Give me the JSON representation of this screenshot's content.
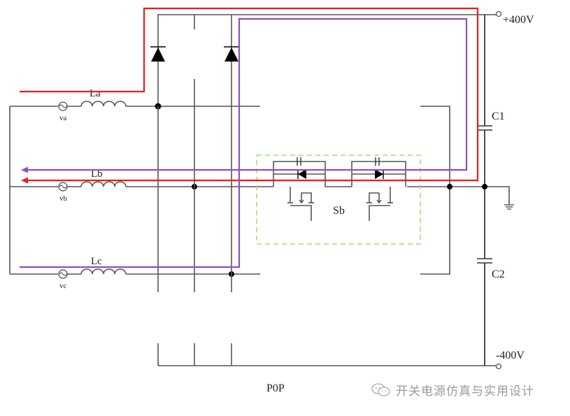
{
  "diagram": {
    "type": "circuit-schematic",
    "title_label": "P0P",
    "sources": [
      {
        "id": "va",
        "label": "va",
        "inductor": "La"
      },
      {
        "id": "vb",
        "label": "vb",
        "inductor": "Lb"
      },
      {
        "id": "vc",
        "label": "vc",
        "inductor": "Lc"
      }
    ],
    "switch_label": "Sb",
    "capacitors": [
      {
        "id": "C1",
        "label": "C1"
      },
      {
        "id": "C2",
        "label": "C2"
      }
    ],
    "rails": {
      "positive": "+400V",
      "negative": "-400V"
    },
    "current_paths": [
      {
        "name": "path-1",
        "color": "#ee1c1c",
        "description": "va → upper diode → +400V → C1 → midpoint → Sb → vb"
      },
      {
        "name": "path-2",
        "color": "#8e4fbf",
        "description": "vc → upper diode → +400V → Sb → vb"
      }
    ],
    "colors": {
      "wire": "#555555",
      "red_path": "#ee1c1c",
      "purple_path": "#8e4fbf",
      "switch_box": "#a6dd7a"
    }
  },
  "watermark": {
    "icon": "wechat-icon",
    "text": "开关电源仿真与实用设计"
  }
}
